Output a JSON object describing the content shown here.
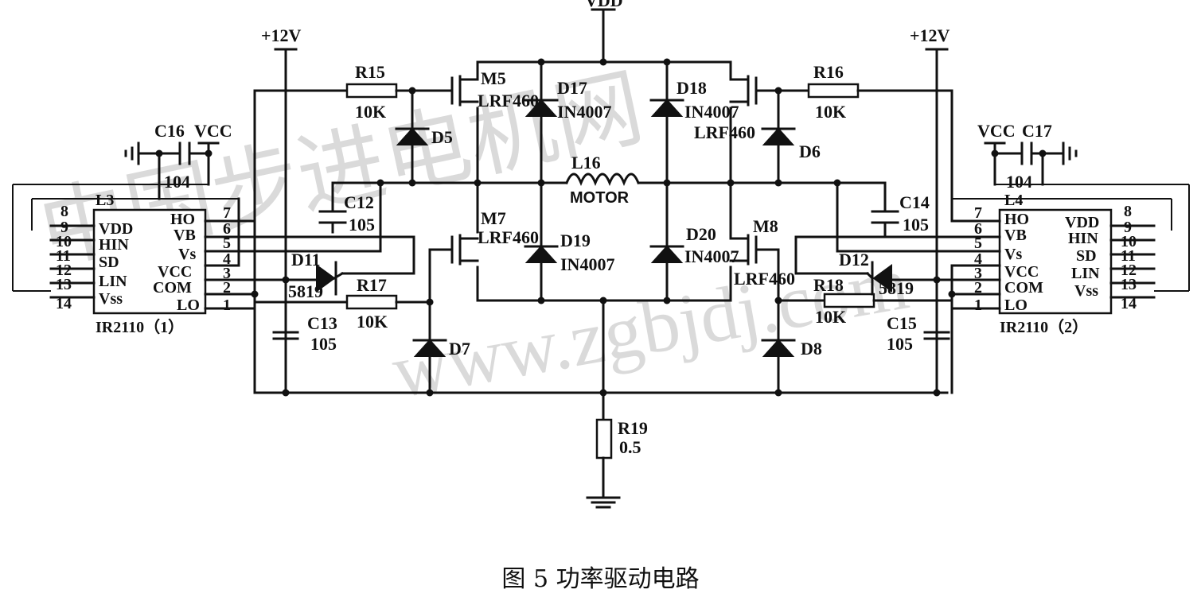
{
  "power": {
    "vdd": "VDD",
    "p12_left": "+12V",
    "p12_right": "+12V",
    "vcc_left": "VCC",
    "vcc_right": "VCC"
  },
  "ics": [
    {
      "ref": "L3",
      "name": "IR2110（1）",
      "right_pins": [
        {
          "n": "7",
          "label": "HO"
        },
        {
          "n": "6",
          "label": "VB"
        },
        {
          "n": "5",
          "label": "Vs"
        },
        {
          "n": "3",
          "label": "VCC"
        },
        {
          "n": "2",
          "label": "COM"
        },
        {
          "n": "1",
          "label": "LO"
        }
      ],
      "left_pins": [
        {
          "n": "8",
          "label": "VDD"
        },
        {
          "n": "9",
          "label": "HIN"
        },
        {
          "n": "10",
          "label": "SD"
        },
        {
          "n": "12",
          "label": "LIN"
        },
        {
          "n": "13",
          "label": "Vss"
        },
        {
          "n": "14",
          "label": ""
        }
      ],
      "pin4": "4",
      "pin11": "11"
    },
    {
      "ref": "L4",
      "name": "IR2110（2）",
      "left_pins": [
        {
          "n": "7",
          "label": "HO"
        },
        {
          "n": "6",
          "label": "VB"
        },
        {
          "n": "5",
          "label": "Vs"
        },
        {
          "n": "3",
          "label": "VCC"
        },
        {
          "n": "2",
          "label": "COM"
        },
        {
          "n": "1",
          "label": "LO"
        }
      ],
      "right_pins": [
        {
          "n": "8",
          "label": "VDD"
        },
        {
          "n": "9",
          "label": "HIN"
        },
        {
          "n": "10",
          "label": "SD"
        },
        {
          "n": "11",
          "label": "LIN"
        },
        {
          "n": "12",
          "label": "Vss"
        },
        {
          "n": "13",
          "label": ""
        }
      ],
      "pin4": "4",
      "pin14": "14"
    }
  ],
  "mosfets": [
    {
      "ref": "M5",
      "part": "LRF460"
    },
    {
      "ref": "M7",
      "part": "LRF460"
    },
    {
      "ref": "M8",
      "part": "LRF460"
    },
    {
      "ref": "",
      "part": "LRF460"
    }
  ],
  "diodes": [
    {
      "ref": "D17",
      "part": "IN4007"
    },
    {
      "ref": "D18",
      "part": "IN4007"
    },
    {
      "ref": "D19",
      "part": "IN4007"
    },
    {
      "ref": "D20",
      "part": "IN4007"
    },
    {
      "ref": "D5",
      "part": ""
    },
    {
      "ref": "D6",
      "part": ""
    },
    {
      "ref": "D7",
      "part": ""
    },
    {
      "ref": "D8",
      "part": ""
    },
    {
      "ref": "D11",
      "part": "5819"
    },
    {
      "ref": "D12",
      "part": "5819"
    }
  ],
  "resistors": [
    {
      "ref": "R15",
      "value": "10K"
    },
    {
      "ref": "R16",
      "value": "10K"
    },
    {
      "ref": "R17",
      "value": "10K"
    },
    {
      "ref": "R18",
      "value": "10K"
    },
    {
      "ref": "R19",
      "value": "0.5"
    }
  ],
  "capacitors": [
    {
      "ref": "C16",
      "value": "104"
    },
    {
      "ref": "C17",
      "value": "104"
    },
    {
      "ref": "C12",
      "value": "105"
    },
    {
      "ref": "C13",
      "value": "105"
    },
    {
      "ref": "C14",
      "value": "105"
    },
    {
      "ref": "C15",
      "value": "105"
    }
  ],
  "motor": {
    "ref": "L16",
    "label": "MOTOR"
  },
  "watermark": "www.zgbjdj.com",
  "watermark_cn": "中国步进电机网",
  "caption": "图  5    功率驱动电路"
}
